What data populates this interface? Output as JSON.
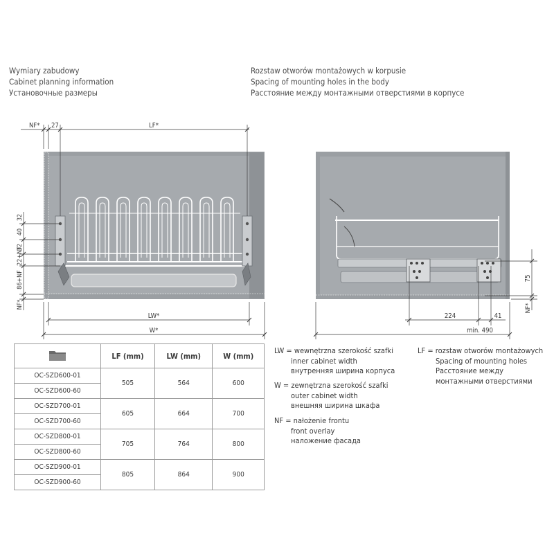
{
  "headings": {
    "left": [
      "Wymiary zabudowy",
      "Cabinet planning information",
      "Установочные размеры"
    ],
    "right": [
      "Rozstaw otworów montażowych w korpusie",
      "Spacing of mounting holes in the body",
      "Расстояние между монтажными отверстиями в корпусе"
    ]
  },
  "front_view": {
    "nf_top": "NF*",
    "dim_27": "27",
    "lf": "LF*",
    "v_32a": "32",
    "v_40": "40",
    "v_32b": "32",
    "v_22nf": "22+NF",
    "v_86nf": "86+NF",
    "nf_side": "NF*",
    "lw": "LW*",
    "w": "W*"
  },
  "side_view": {
    "dim_224": "224",
    "dim_41": "41",
    "dim_75": "75",
    "nf_side": "NF*",
    "min": "min. 490"
  },
  "table": {
    "headers": [
      "LF (mm)",
      "LW (mm)",
      "W (mm)"
    ],
    "groups": [
      {
        "models": [
          "OC-SZD600-01",
          "OC-SZD600-60"
        ],
        "lf": "505",
        "lw": "564",
        "w": "600"
      },
      {
        "models": [
          "OC-SZD700-01",
          "OC-SZD700-60"
        ],
        "lf": "605",
        "lw": "664",
        "w": "700"
      },
      {
        "models": [
          "OC-SZD800-01",
          "OC-SZD800-60"
        ],
        "lf": "705",
        "lw": "764",
        "w": "800"
      },
      {
        "models": [
          "OC-SZD900-01",
          "OC-SZD900-60"
        ],
        "lf": "805",
        "lw": "864",
        "w": "900"
      }
    ]
  },
  "legend": {
    "lw": [
      "LW = wewnętrzna szerokość szafki",
      "inner cabinet width",
      "внутренняя ширина корпуса"
    ],
    "w": [
      "W = zewnętrzna szerokość szafki",
      "outer cabinet width",
      "внешняя ширина шкафа"
    ],
    "nf": [
      "NF = nałożenie frontu",
      "front overlay",
      "наложение фасада"
    ],
    "lf": [
      "LF = rozstaw otworów montażowych",
      "Spacing of mounting holes",
      "Расстояние между",
      "монтажными отверстиями"
    ]
  }
}
